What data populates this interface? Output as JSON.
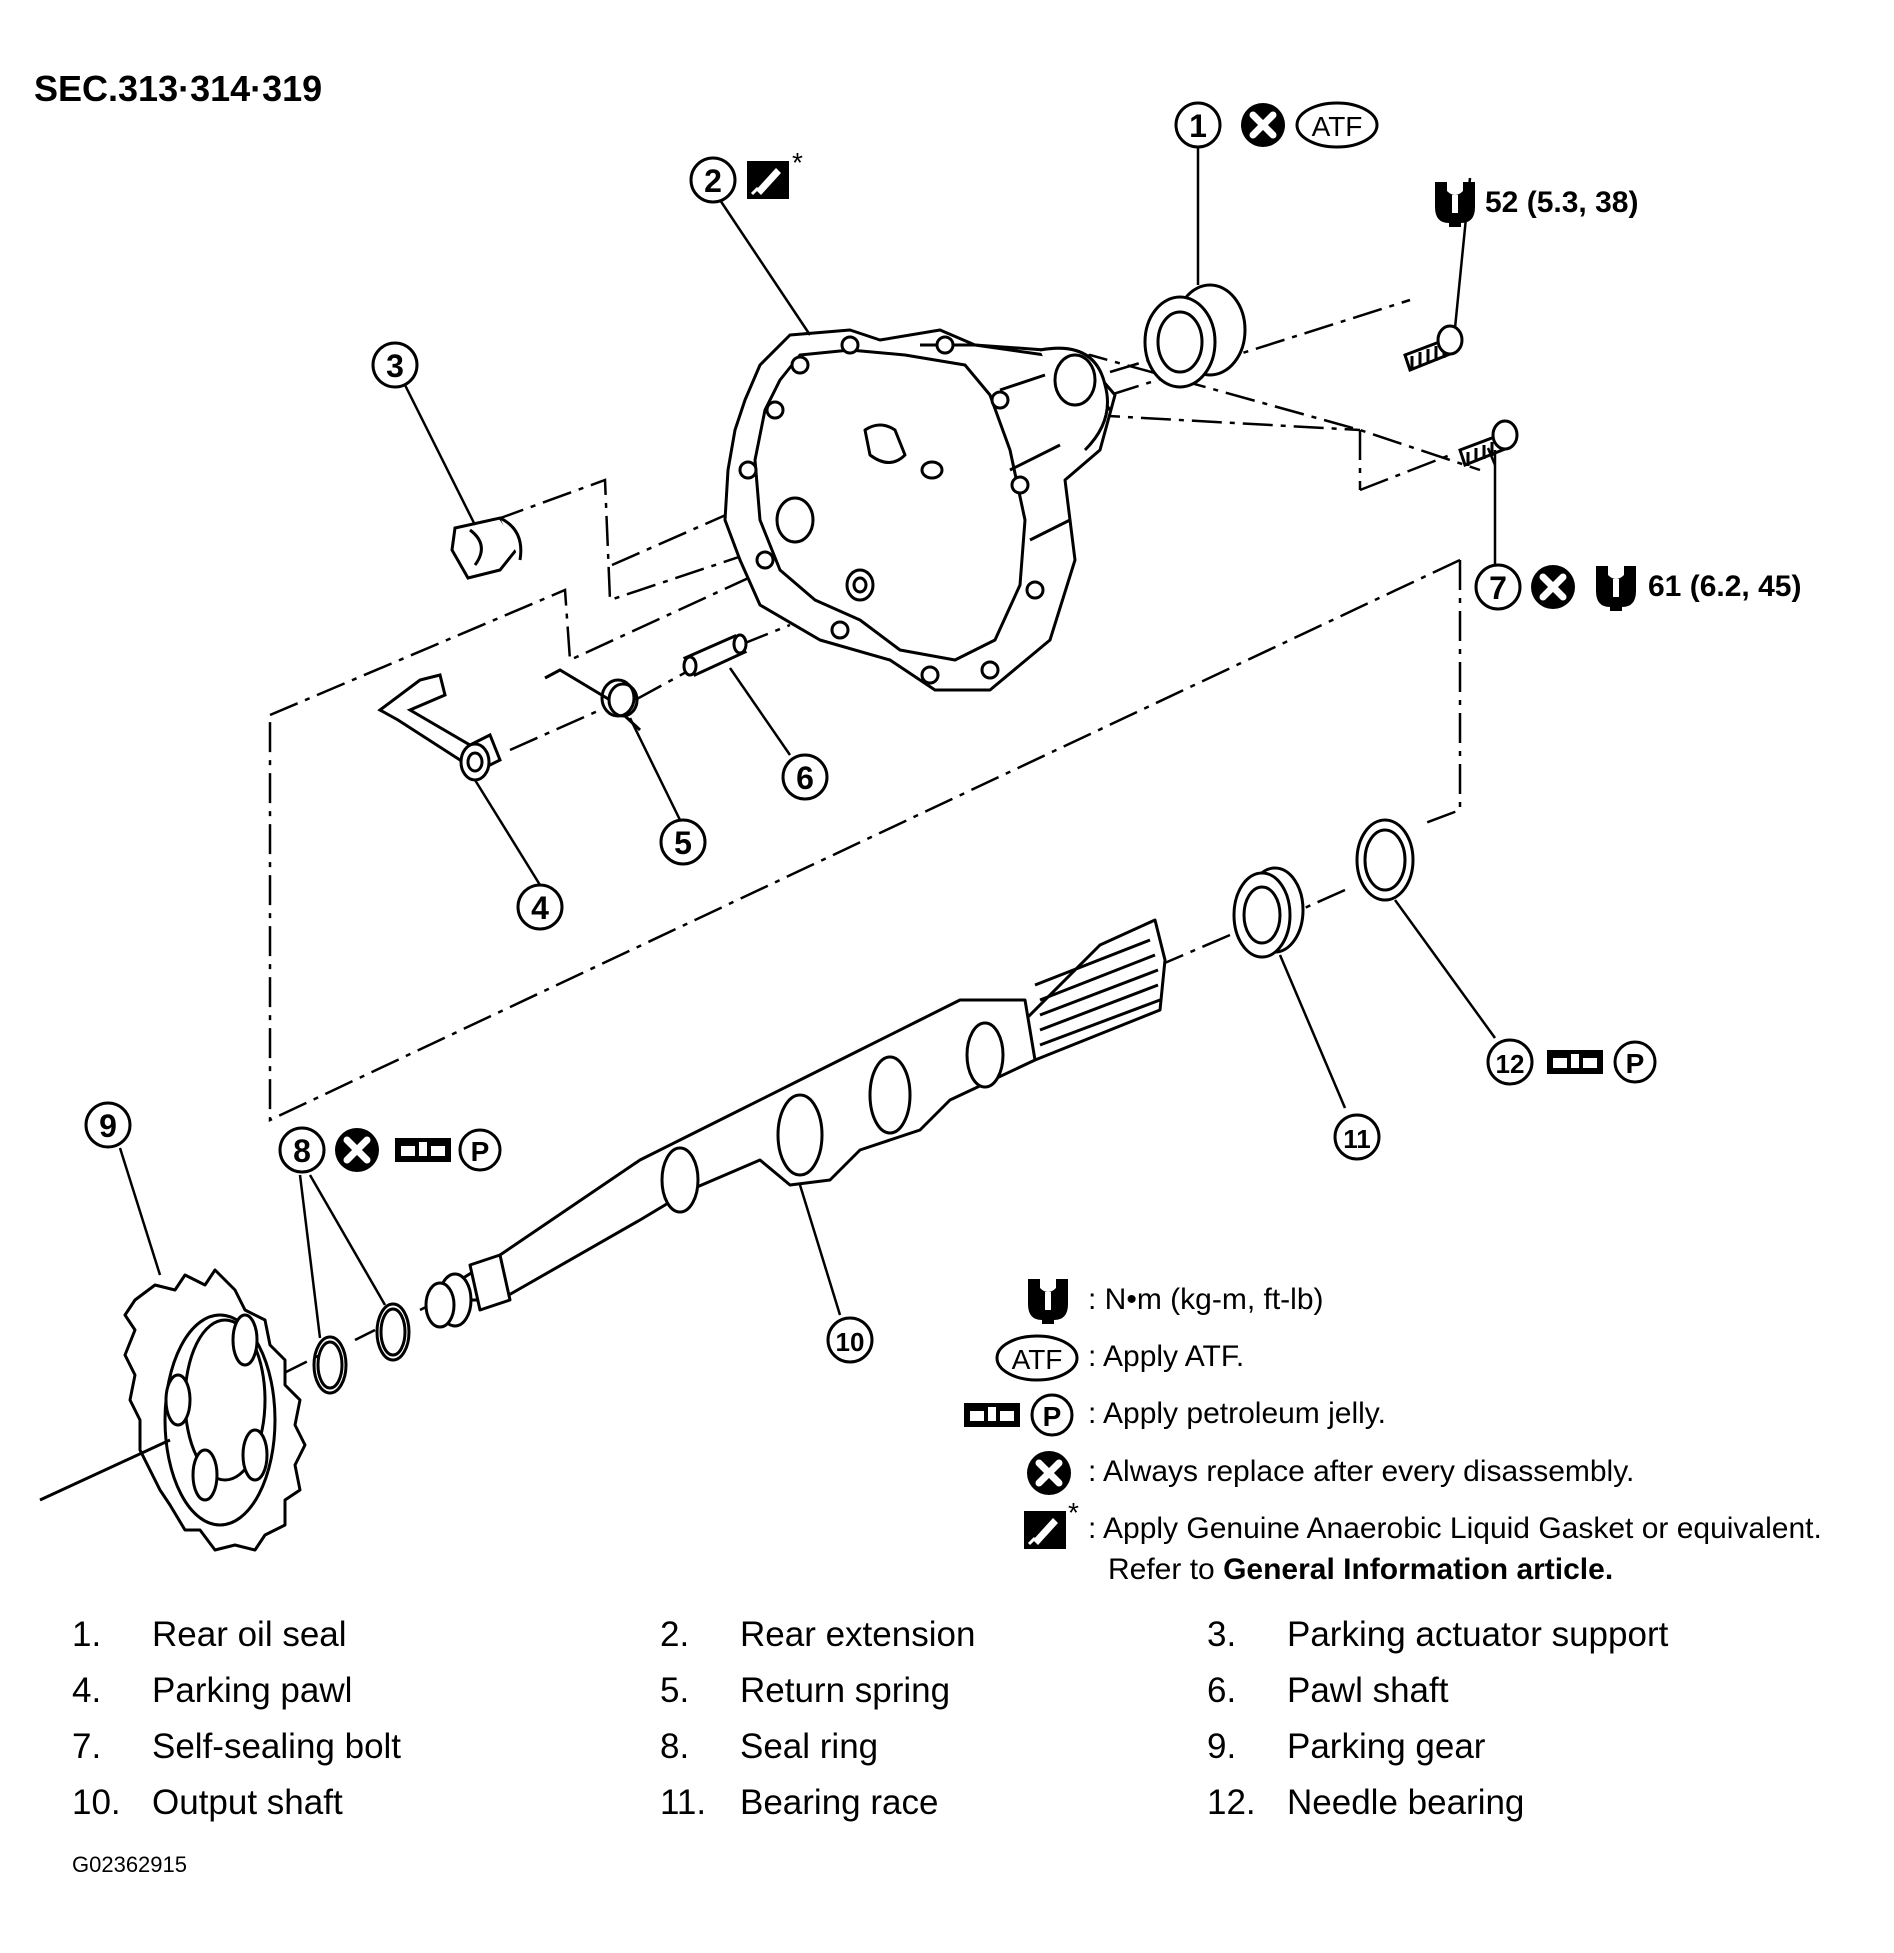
{
  "header": {
    "section": "SEC.313·314·319"
  },
  "callouts": [
    {
      "num": "1",
      "symbols": [
        "replace-icon",
        "atf-icon"
      ]
    },
    {
      "num": "2",
      "symbols": [
        "gasket-icon"
      ]
    },
    {
      "num": "3",
      "symbols": []
    },
    {
      "num": "4",
      "symbols": []
    },
    {
      "num": "5",
      "symbols": []
    },
    {
      "num": "6",
      "symbols": []
    },
    {
      "num": "7",
      "symbols": [
        "replace-icon",
        "torque-icon"
      ]
    },
    {
      "num": "8",
      "symbols": [
        "replace-icon",
        "petroleum-jelly-icon"
      ]
    },
    {
      "num": "9",
      "symbols": []
    },
    {
      "num": "10",
      "symbols": []
    },
    {
      "num": "11",
      "symbols": []
    },
    {
      "num": "12",
      "symbols": [
        "petroleum-jelly-icon"
      ]
    }
  ],
  "torque_specs": {
    "bolt_top": "52 (5.3, 38)",
    "bolt_7": "61 (6.2, 45)"
  },
  "symbol_text": {
    "atf": "ATF",
    "p": "P",
    "asterisk": "*"
  },
  "legend": {
    "units": ": N•m (kg-m, ft-lb)",
    "atf": ": Apply ATF.",
    "petroleum_jelly": ": Apply petroleum jelly.",
    "replace": ": Always replace after every disassembly.",
    "gasket": ": Apply Genuine Anaerobic Liquid Gasket or equivalent.",
    "refer_prefix": "Refer to",
    "refer_bold": "General Information article."
  },
  "parts_list": [
    {
      "num": "1.",
      "name": "Rear oil seal"
    },
    {
      "num": "2.",
      "name": "Rear extension"
    },
    {
      "num": "3.",
      "name": "Parking actuator support"
    },
    {
      "num": "4.",
      "name": "Parking pawl"
    },
    {
      "num": "5.",
      "name": "Return spring"
    },
    {
      "num": "6.",
      "name": "Pawl shaft"
    },
    {
      "num": "7.",
      "name": "Self-sealing bolt"
    },
    {
      "num": "8.",
      "name": "Seal ring"
    },
    {
      "num": "9.",
      "name": "Parking gear"
    },
    {
      "num": "10.",
      "name": "Output shaft"
    },
    {
      "num": "11.",
      "name": "Bearing race"
    },
    {
      "num": "12.",
      "name": "Needle bearing"
    }
  ],
  "figure_id": "G02362915"
}
